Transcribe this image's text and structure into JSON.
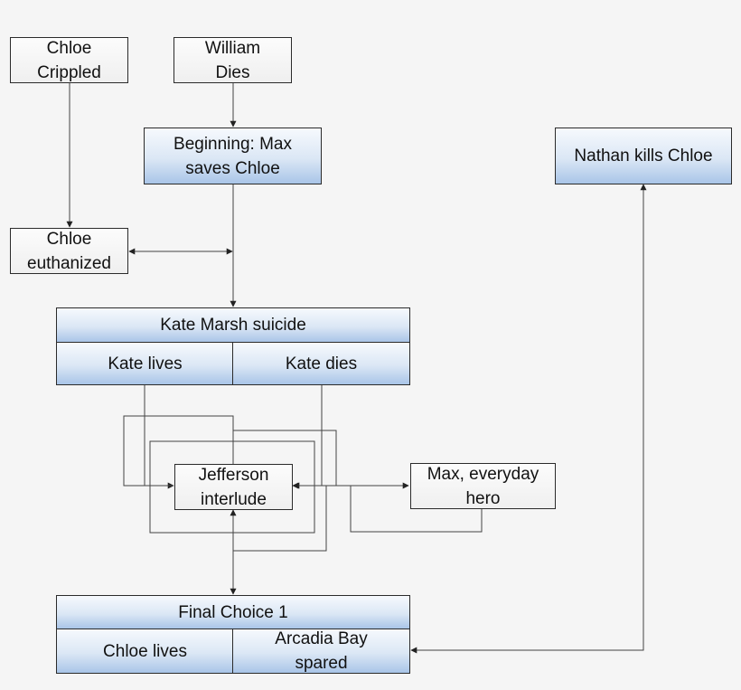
{
  "nodes": {
    "chloe_crippled": "Chloe\nCrippled",
    "william_dies": "William\nDies",
    "beginning": "Beginning: Max\nsaves Chloe",
    "nathan_kills": "Nathan kills Chloe",
    "chloe_euthanized": "Chloe\neuthanized",
    "kate_marsh": "Kate Marsh suicide",
    "kate_lives": "Kate lives",
    "kate_dies": "Kate dies",
    "jefferson": "Jefferson\ninterlude",
    "max_hero": "Max, everyday\nhero",
    "final_choice": "Final Choice 1",
    "chloe_lives": "Chloe lives",
    "arcadia_spared": "Arcadia Bay\nspared"
  }
}
